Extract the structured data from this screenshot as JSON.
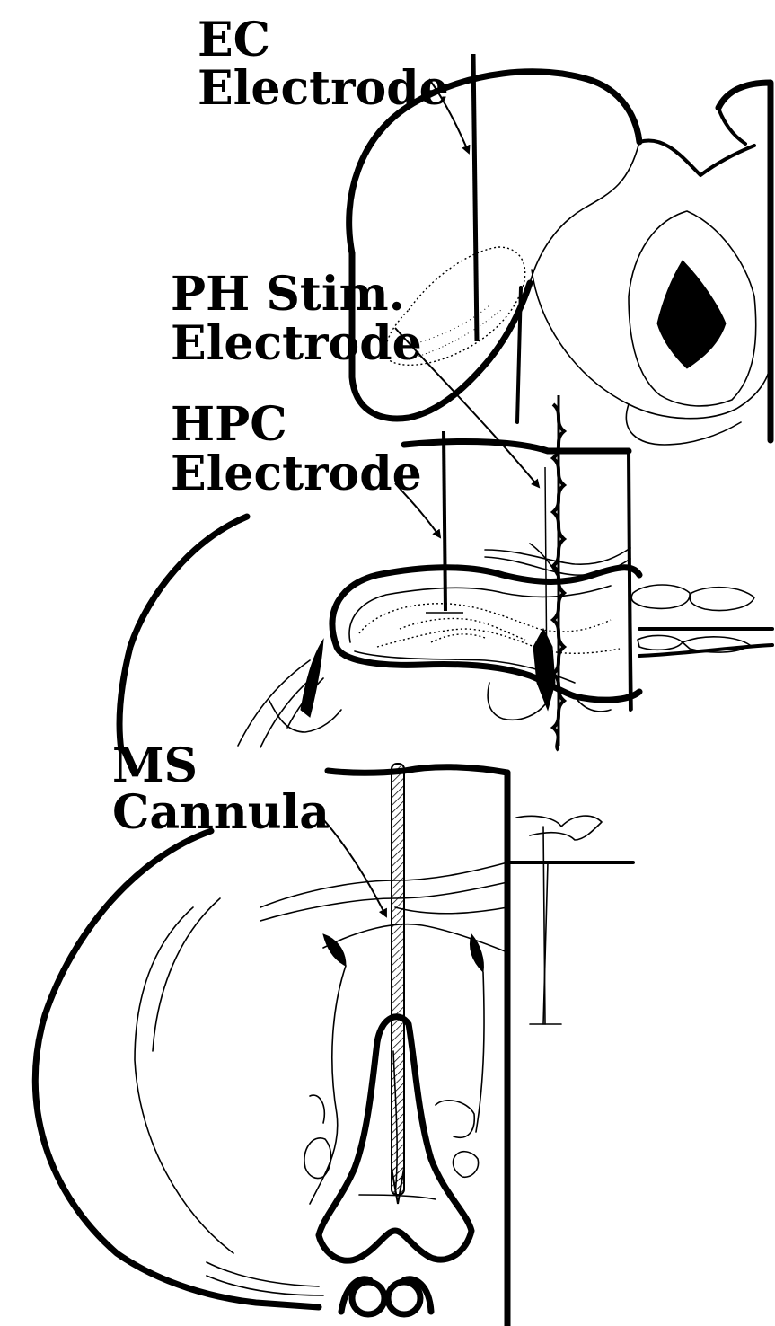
{
  "labels": {
    "ec_line1": "EC",
    "ec_line2": "Electrode",
    "ph_line1": "PH Stim.",
    "ph_line2": "Electrode",
    "hpc_line1": "HPC",
    "hpc_line2": "Electrode",
    "ms_line1": "MS",
    "ms_line2": "Cannula"
  },
  "colors": {
    "ink": "#000000",
    "background": "#ffffff"
  }
}
